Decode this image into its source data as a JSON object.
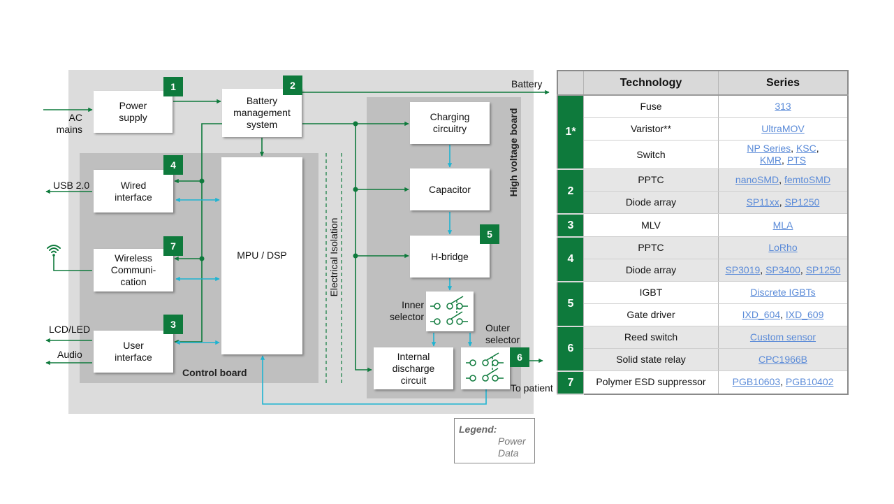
{
  "diagram": {
    "boards": {
      "control": "Control board",
      "high_voltage": "High voltage board",
      "isolation": "Electrical Isolation"
    },
    "blocks": {
      "power_supply": "Power supply",
      "bms": "Battery management system",
      "wired": "Wired interface",
      "wireless": "Wireless Communi-cation",
      "user_interface": "User interface",
      "mpu": "MPU / DSP",
      "charging": "Charging circuitry",
      "capacitor": "Capacitor",
      "hbridge": "H-bridge",
      "discharge": "Internal discharge circuit"
    },
    "badges": {
      "power_supply": "1",
      "bms": "2",
      "wired": "4",
      "wireless": "7",
      "user_interface": "3",
      "hbridge": "5",
      "outer_selector": "6"
    },
    "external_labels": {
      "ac_mains": "AC mains",
      "usb": "USB 2.0",
      "lcd": "LCD/LED",
      "audio": "Audio",
      "battery": "Battery",
      "to_patient": "To patient",
      "inner_selector": "Inner selector",
      "outer_selector": "Outer selector"
    },
    "icons": [
      "wifi-icon",
      "switch-icon"
    ],
    "legend": {
      "title": "Legend:",
      "items": [
        {
          "label": "Power",
          "color": "#0e7a3c"
        },
        {
          "label": "Data",
          "color": "#1fb3d1"
        }
      ]
    },
    "colors": {
      "power": "#0e7a3c",
      "data": "#1fb3d1",
      "badge": "#0e7a3c"
    }
  },
  "table": {
    "headers": [
      "",
      "Technology",
      "Series"
    ],
    "groups": [
      {
        "id": "1*",
        "rows": [
          {
            "technology": "Fuse",
            "series": [
              "313"
            ]
          },
          {
            "technology": "Varistor**",
            "series": [
              "UltraMOV"
            ]
          },
          {
            "technology": "Switch",
            "series": [
              "NP Series",
              "KSC",
              "KMR",
              "PTS"
            ]
          }
        ]
      },
      {
        "id": "2",
        "rows": [
          {
            "technology": "PPTC",
            "series": [
              "nanoSMD",
              "femtoSMD"
            ]
          },
          {
            "technology": "Diode array",
            "series": [
              "SP11xx",
              "SP1250"
            ]
          }
        ]
      },
      {
        "id": "3",
        "rows": [
          {
            "technology": "MLV",
            "series": [
              "MLA"
            ]
          }
        ]
      },
      {
        "id": "4",
        "rows": [
          {
            "technology": "PPTC",
            "series": [
              "LoRho"
            ]
          },
          {
            "technology": "Diode array",
            "series": [
              "SP3019",
              "SP3400",
              "SP1250"
            ]
          }
        ]
      },
      {
        "id": "5",
        "rows": [
          {
            "technology": "IGBT",
            "series": [
              "Discrete IGBTs"
            ]
          },
          {
            "technology": "Gate driver",
            "series": [
              "IXD_604",
              "IXD_609"
            ]
          }
        ]
      },
      {
        "id": "6",
        "rows": [
          {
            "technology": "Reed switch",
            "series": [
              "Custom sensor"
            ]
          },
          {
            "technology": "Solid state relay",
            "series": [
              "CPC1966B"
            ]
          }
        ]
      },
      {
        "id": "7",
        "rows": [
          {
            "technology": "Polymer ESD suppressor",
            "series": [
              "PGB10603",
              "PGB10402"
            ]
          }
        ]
      }
    ]
  }
}
